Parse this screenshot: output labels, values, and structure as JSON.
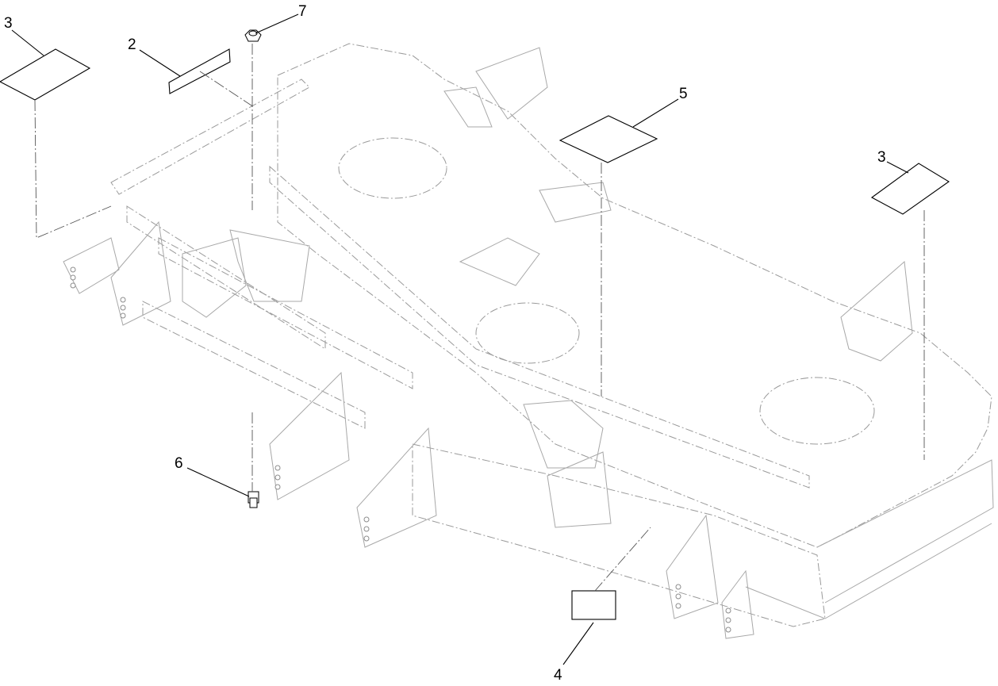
{
  "diagram": {
    "callouts": [
      {
        "id": "callout-3-left",
        "label": "3"
      },
      {
        "id": "callout-2",
        "label": "2"
      },
      {
        "id": "callout-7",
        "label": "7"
      },
      {
        "id": "callout-5",
        "label": "5"
      },
      {
        "id": "callout-3-right",
        "label": "3"
      },
      {
        "id": "callout-6",
        "label": "6"
      },
      {
        "id": "callout-4",
        "label": "4"
      }
    ]
  },
  "colors": {
    "line": "#000000",
    "ghost_line": "#9a9a9a",
    "background": "#ffffff"
  }
}
